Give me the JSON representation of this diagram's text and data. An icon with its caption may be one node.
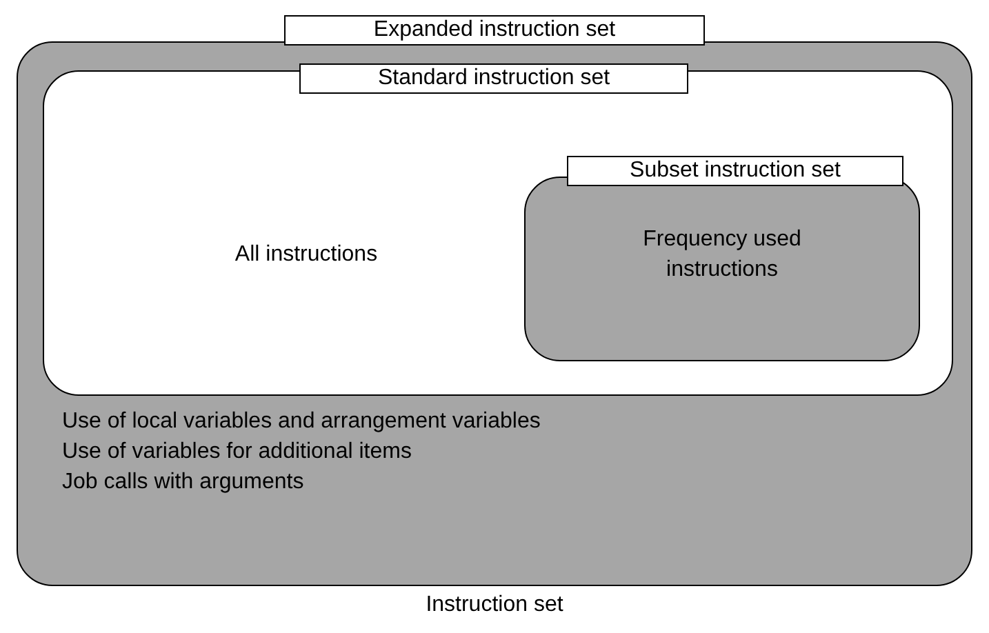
{
  "diagram": {
    "caption": "Instruction set",
    "nodes": [
      {
        "text": [
          "Expanded instruction set",
          "Use of local variables and arrangement variables",
          "Use of variables for additional items",
          "Job calls with arguments"
        ]
      },
      {
        "text": [
          "Standard instruction set",
          "All instructions"
        ],
        "in": 0
      },
      {
        "text": [
          "Subset instruction set",
          "Frequency used instructions"
        ],
        "in": 1
      }
    ]
  }
}
